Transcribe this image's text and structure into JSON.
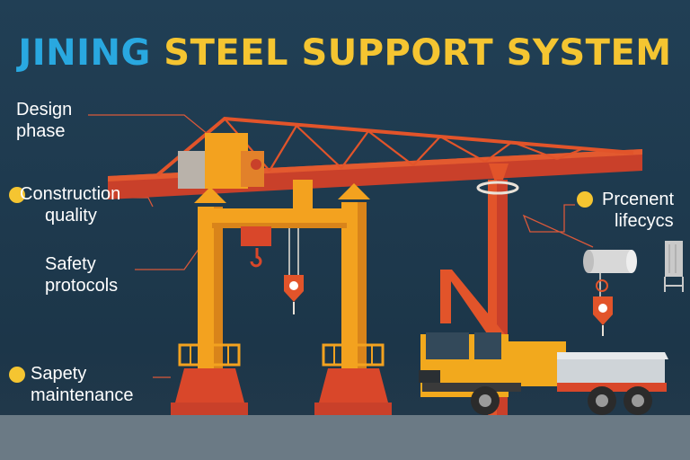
{
  "title": {
    "part1": "JINING",
    "part2": "STEEL SUPPORT SYSTEM"
  },
  "labels": {
    "design": {
      "line1": "Design",
      "line2": "phase"
    },
    "construction": {
      "line1": "Construction",
      "line2": "quality"
    },
    "safety": {
      "line1": "Safety",
      "line2": "protocols"
    },
    "maintenance": {
      "line1": "Sapety",
      "line2": "maintenance"
    },
    "lifecycle": {
      "line1": "Prcenent",
      "line2": "lifecycs"
    }
  },
  "colors": {
    "background": "#1f3a4f",
    "title_blue": "#29a8e0",
    "title_yellow": "#f5c531",
    "crane_orange": "#e2542a",
    "crane_yellow": "#f3a21f",
    "truck_yellow": "#f2a91d"
  }
}
